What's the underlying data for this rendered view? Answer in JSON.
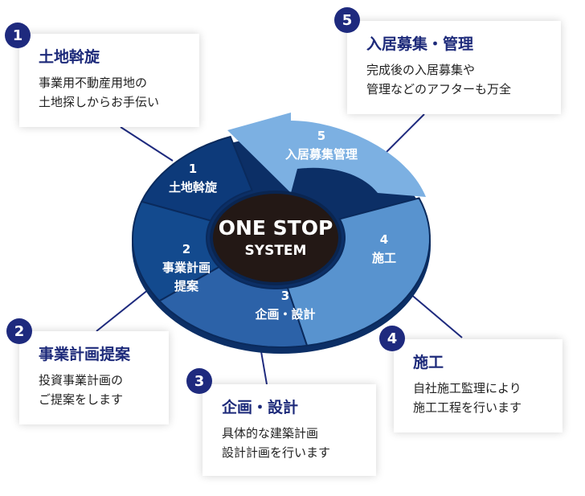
{
  "center": {
    "line1": "ONE STOP",
    "line2": "SYSTEM"
  },
  "segments": [
    {
      "num": "1",
      "label": "土地斡旋"
    },
    {
      "num": "2",
      "label": "事業計画",
      "label2": "提案"
    },
    {
      "num": "3",
      "label": "企画・設計"
    },
    {
      "num": "4",
      "label": "施工"
    },
    {
      "num": "5",
      "label": "入居募集管理"
    }
  ],
  "cards": [
    {
      "num": "1",
      "title": "土地斡旋",
      "desc": "事業用不動産用地の\n土地探しからお手伝い"
    },
    {
      "num": "2",
      "title": "事業計画提案",
      "desc": "投資事業計画の\nご提案をします"
    },
    {
      "num": "3",
      "title": "企画・設計",
      "desc": "具体的な建築計画\n設計計画を行います"
    },
    {
      "num": "4",
      "title": "施工",
      "desc": "自社施工監理により\n施工工程を行います"
    },
    {
      "num": "5",
      "title": "入居募集・管理",
      "desc": "完成後の入居募集や\n管理などのアフターも万全"
    }
  ],
  "colors": {
    "navy": "#1e2a7e",
    "seg1": "#0d3a7a",
    "seg2": "#134a8e",
    "seg3": "#2c62a8",
    "seg4": "#5893cf",
    "seg5": "#7cb0e2",
    "center": "#231815"
  }
}
